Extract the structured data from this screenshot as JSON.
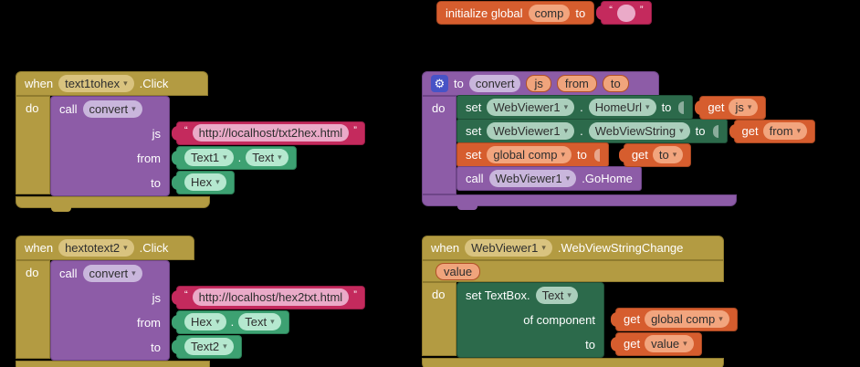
{
  "icons": {
    "dropdown": "▾",
    "gear": "⚙"
  },
  "quotes": {
    "open": "“",
    "close": "”"
  },
  "init_global": {
    "keyword": "initialize global",
    "name": "comp",
    "to": "to",
    "value": ""
  },
  "when_text1tohex": {
    "when": "when",
    "component": "text1tohex",
    "event": ".Click",
    "do": "do",
    "call": "call",
    "proc": "convert",
    "js_label": "js",
    "js_value": "http://localhost/txt2hex.html",
    "from_label": "from",
    "from_component": "Text1",
    "dot": ".",
    "from_property": "Text",
    "to_label": "to",
    "to_component": "Hex"
  },
  "proc_convert": {
    "to": "to",
    "name": "convert",
    "param_js": "js",
    "param_from": "from",
    "param_to": "to",
    "do": "do",
    "stmt_homeurl": {
      "set": "set",
      "component": "WebViewer1",
      "dot": ".",
      "property": "HomeUrl",
      "to": "to",
      "get": "get",
      "var": "js"
    },
    "stmt_webviewstring": {
      "set": "set",
      "component": "WebViewer1",
      "dot": ".",
      "property": "WebViewString",
      "to": "to",
      "get": "get",
      "var": "from"
    },
    "stmt_globalcomp": {
      "set": "set",
      "var": "global comp",
      "to": "to",
      "get": "get",
      "value_var": "to"
    },
    "stmt_gohome": {
      "call": "call",
      "component": "WebViewer1",
      "method": ".GoHome"
    }
  },
  "when_hextotext2": {
    "when": "when",
    "component": "hextotext2",
    "event": ".Click",
    "do": "do",
    "call": "call",
    "proc": "convert",
    "js_label": "js",
    "js_value": "http://localhost/hex2txt.html",
    "from_label": "from",
    "from_component": "Hex",
    "dot": ".",
    "from_property": "Text",
    "to_label": "to",
    "to_component": "Text2"
  },
  "when_webviewstringchange": {
    "when": "when",
    "component": "WebViewer1",
    "event": ".WebViewStringChange",
    "param": "value",
    "do": "do",
    "set_prefix": "set TextBox.",
    "property": "Text",
    "of_component": "of component",
    "to": "to",
    "get_comp": {
      "get": "get",
      "var": "global comp"
    },
    "get_value": {
      "get": "get",
      "var": "value"
    }
  }
}
